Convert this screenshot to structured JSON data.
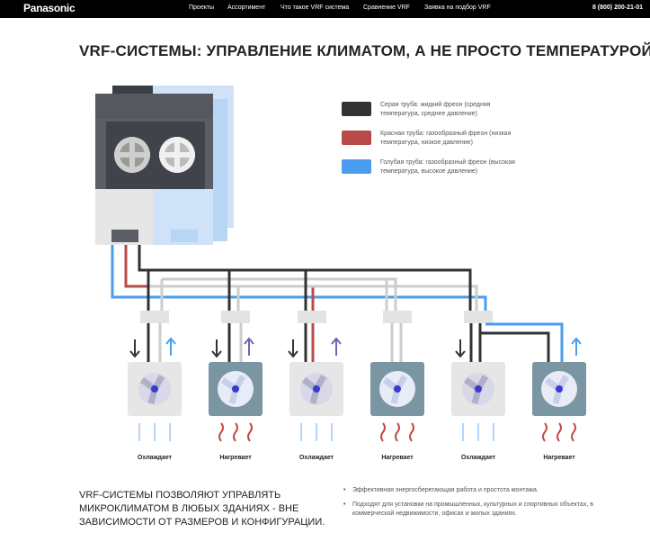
{
  "header": {
    "brand": "Panasonic",
    "nav": [
      "Проекты",
      "Ассортимент",
      "Что такое VRF система",
      "Сравнение VRF",
      "Заявка на подбор VRF"
    ],
    "phone": "8 (800) 200-21-01"
  },
  "page_title": "VRF-СИСТЕМЫ: УПРАВЛЕНИЕ КЛИМАТОМ, А НЕ ПРОСТО ТЕМПЕРАТУРОЙ",
  "legend": [
    {
      "color": "#333333",
      "text": "Серая труба: жидкий фреон (средняя температура, среднее давление)"
    },
    {
      "color": "#b84a4a",
      "text": "Красная труба: газообразный фреон (низкая температура, низкое давление)"
    },
    {
      "color": "#4a9ef0",
      "text": "Голубая труба: газообразный фреон (высокая температура, высокое давление)"
    }
  ],
  "units": [
    {
      "label": "Охлаждает",
      "mode": "cool"
    },
    {
      "label": "Нагревает",
      "mode": "heat"
    },
    {
      "label": "Охлаждает",
      "mode": "cool"
    },
    {
      "label": "Нагревает",
      "mode": "heat"
    },
    {
      "label": "Охлаждает",
      "mode": "cool"
    },
    {
      "label": "Нагревает",
      "mode": "heat"
    }
  ],
  "tagline": "VRF-СИСТЕМЫ ПОЗВОЛЯЮТ УПРАВЛЯТЬ МИКРОКЛИМАТОМ В ЛЮБЫХ ЗДАНИЯХ - ВНЕ ЗАВИСИМОСТИ ОТ РАЗМЕРОВ И КОНФИГУРАЦИИ.",
  "benefits": [
    "Эффективная энергосберегающая работа и простота монтажа.",
    "Подходят для установки на промышленных, культурных и спортивных объектах, в коммерческой недвижимости, офисах и жилых зданиях."
  ],
  "colors": {
    "gray_pipe": "#333333",
    "red_pipe": "#b84a4a",
    "blue_pipe": "#4a9ef0",
    "light_pipe": "#cccccc",
    "cool_unit": "#e6e6e6",
    "heat_unit": "#7a96a3"
  },
  "icons": [
    "fan-icon",
    "arrow-down-icon",
    "arrow-up-icon",
    "heat-wave-icon",
    "cold-air-icon"
  ]
}
